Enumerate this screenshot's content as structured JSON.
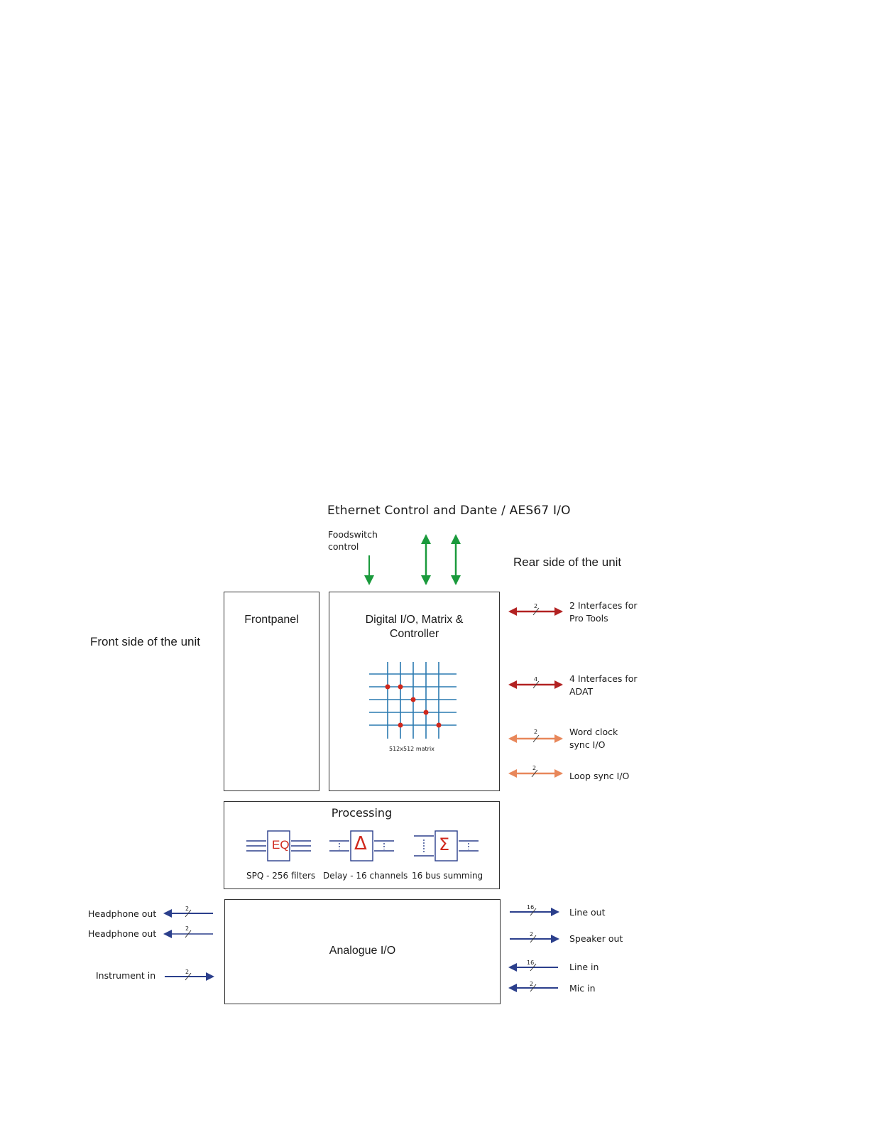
{
  "header": {
    "title": "Ethernet Control and Dante / AES67 I/O"
  },
  "footswitch": {
    "label": "Foodswitch\ncontrol",
    "line1": "Foodswitch",
    "line2": "control"
  },
  "sides": {
    "rear": "Rear side of the unit",
    "front": "Front side of the unit"
  },
  "blocks": {
    "frontpanel": "Frontpanel",
    "digital_line1": "Digital I/O, Matrix &",
    "digital_line2": "Controller",
    "matrix_caption": "512x512 matrix",
    "processing": "Processing",
    "analogue": "Analogue I/O"
  },
  "processing_units": [
    {
      "symbol": "EQ",
      "caption": "SPQ - 256 filters"
    },
    {
      "symbol": "Δ",
      "caption": "Delay - 16 channels"
    },
    {
      "symbol": "Σ",
      "caption": "16 bus summing"
    }
  ],
  "rear_interfaces": [
    {
      "line1": "2 Interfaces for",
      "line2": "Pro Tools",
      "count": "2",
      "color": "#b22222"
    },
    {
      "line1": "4 Interfaces for",
      "line2": "ADAT",
      "count": "4",
      "color": "#b22222"
    },
    {
      "line1": "Word clock",
      "line2": "sync I/O",
      "count": "2",
      "color": "#e8875a"
    },
    {
      "line1": "Loop sync I/O",
      "line2": "",
      "count": "2",
      "color": "#e8875a"
    }
  ],
  "analogue_left": [
    {
      "label": "Headphone out",
      "count": "2",
      "direction": "out"
    },
    {
      "label": "Headphone out",
      "count": "2",
      "direction": "out"
    },
    {
      "label": "Instrument in",
      "count": "2",
      "direction": "in"
    }
  ],
  "analogue_right": [
    {
      "label": "Line out",
      "count": "16",
      "direction": "out"
    },
    {
      "label": "Speaker out",
      "count": "2",
      "direction": "out"
    },
    {
      "label": "Line in",
      "count": "16",
      "direction": "in"
    },
    {
      "label": "Mic in",
      "count": "2",
      "direction": "in"
    }
  ],
  "colors": {
    "ethernet_green": "#1a9a3c",
    "analogue_blue": "#2b3f8c",
    "matrix_blue": "#2a7ab0",
    "matrix_dot": "#d0281c",
    "symbol_red": "#d0281c",
    "box_border": "#333333"
  }
}
